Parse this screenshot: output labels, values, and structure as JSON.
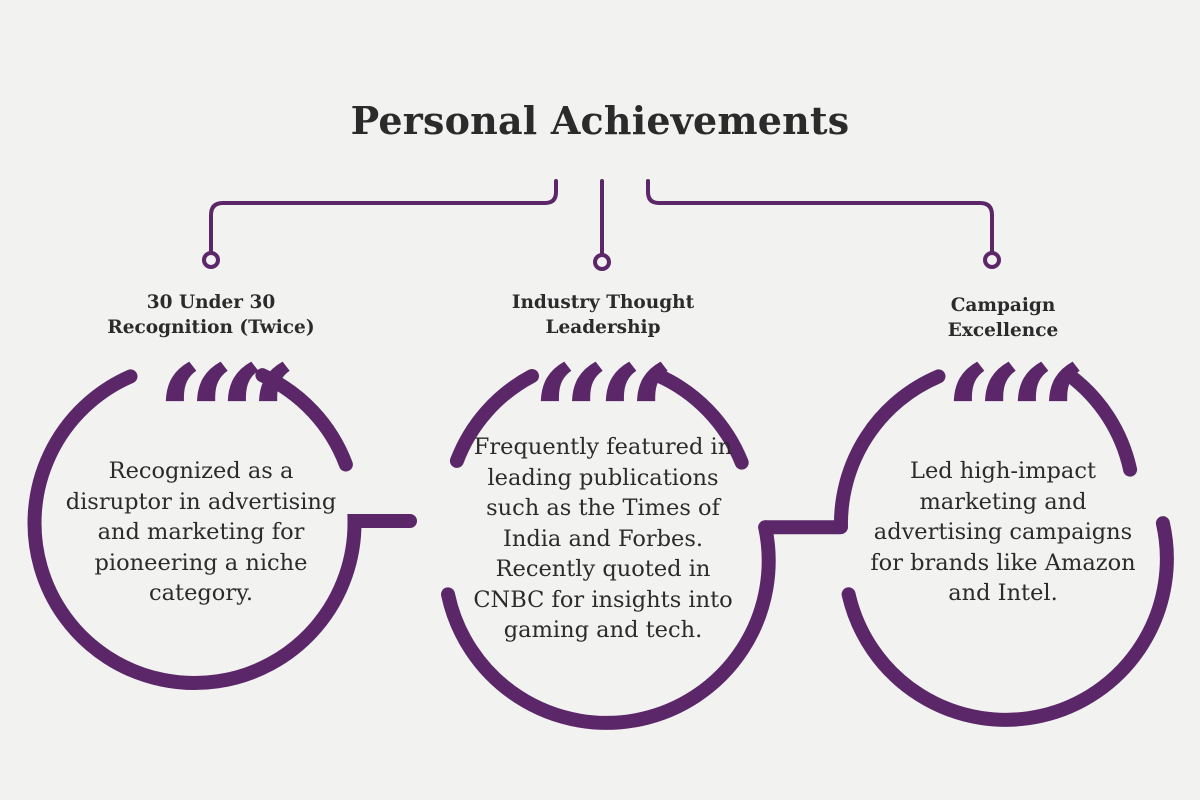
{
  "title": "Personal Achievements",
  "accent_color": "#5b2769",
  "background_color": "#f2f2f1",
  "achievements": [
    {
      "title_lines": [
        "30 Under 30",
        "Recognition (Twice)"
      ],
      "quote_glyph": "“",
      "body_lines": [
        "Recognized as a",
        "disruptor in advertising",
        "and marketing for",
        "pioneering a niche",
        "category."
      ]
    },
    {
      "title_lines": [
        "Industry Thought",
        "Leadership"
      ],
      "quote_glyph": "“",
      "body_lines": [
        "Frequently featured in",
        "leading publications",
        "such as the Times of",
        "India and Forbes.",
        "Recently quoted in",
        "CNBC for insights into",
        "gaming and tech."
      ]
    },
    {
      "title_lines": [
        "Campaign",
        "Excellence"
      ],
      "quote_glyph": "“",
      "body_lines": [
        "Led high-impact",
        "marketing and",
        "advertising campaigns",
        "for brands like Amazon",
        "and Intel."
      ]
    }
  ]
}
